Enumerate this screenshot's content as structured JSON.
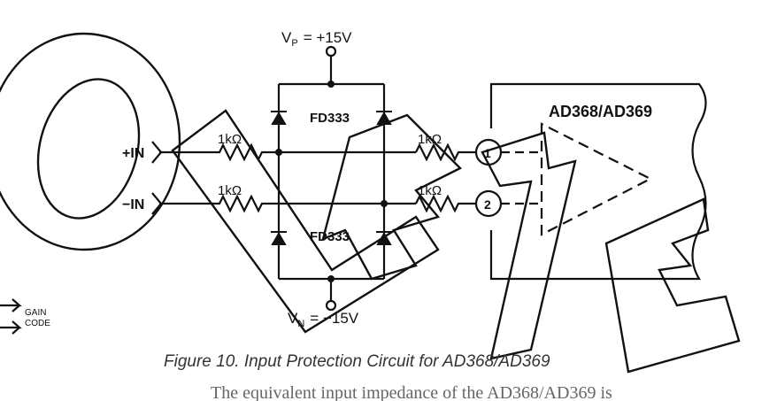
{
  "labels": {
    "vp": "V",
    "vp_sub": "P",
    "vp_value": "= +15V",
    "vn": "V",
    "vn_sub": "N",
    "vn_value": "= −15V",
    "in_plus": "+IN",
    "in_minus": "−IN",
    "r1": "1kΩ",
    "r2": "1kΩ",
    "r3": "1kΩ",
    "r4": "1kΩ",
    "diode_top": "FD333",
    "diode_bottom": "FD333",
    "block_title": "AD368/AD369",
    "node1": "1",
    "node2": "2",
    "gain_1": "GAIN",
    "gain_2": "CODE"
  },
  "caption": "Figure 10. Input Protection Circuit for AD368/AD369",
  "body_text": "The equivalent input impedance of the AD368/AD369 is",
  "colors": {
    "ink": "#111111",
    "caption": "#333333",
    "body_text": "#666666"
  }
}
